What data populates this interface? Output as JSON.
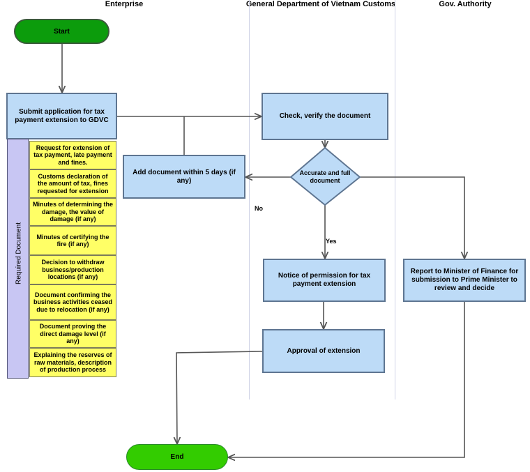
{
  "lanes": {
    "enterprise": "Enterprise",
    "customs": "General Department of Vietnam Customs",
    "gov": "Gov. Authority"
  },
  "nodes": {
    "start": "Start",
    "submit": "Submit application for tax payment extension to GDVC",
    "check": "Check, verify the document",
    "decision": "Accurate and full document",
    "add_doc": "Add document within 5 days (if any)",
    "notice": "Notice of permission for tax payment extension",
    "report": "Report to Minister of Finance for submission to Prime Minister to review and decide",
    "approval": "Approval of extension",
    "end": "End"
  },
  "edges": {
    "no": "No",
    "yes": "Yes"
  },
  "required": {
    "label": "Required Document",
    "items": [
      "Request for extension of tax payment, late payment and fines.",
      "Customs declaration of the amount of tax, fines requested for extension",
      "Minutes of determining the damage, the value of damage (if any)",
      "Minutes of certifying the fire (if any)",
      "Decision to withdraw business/production locations (if any)",
      "Document confirming the business activities ceased due to relocation (if any)",
      "Document proving the direct damage level (if any)",
      "Explaining the reserves of raw materials, description of production process"
    ]
  },
  "colors": {
    "process_fill": "#bddbf7",
    "process_border": "#5e7591",
    "doc_fill": "#ffff66",
    "start_fill": "#0c9c0c",
    "end_fill": "#33cc00",
    "required_bar": "#c8c6f3"
  }
}
